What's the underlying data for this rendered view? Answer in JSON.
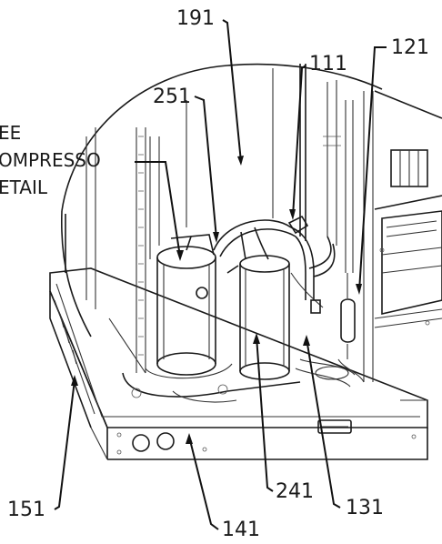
{
  "labels": {
    "l191": "191",
    "l111": "111",
    "l121": "121",
    "l251": "251",
    "l151": "151",
    "l241": "241",
    "l131": "131",
    "l141": "141"
  },
  "note": {
    "line1": "EE",
    "line2": "OMPRESSO",
    "line3": "ETAIL"
  }
}
